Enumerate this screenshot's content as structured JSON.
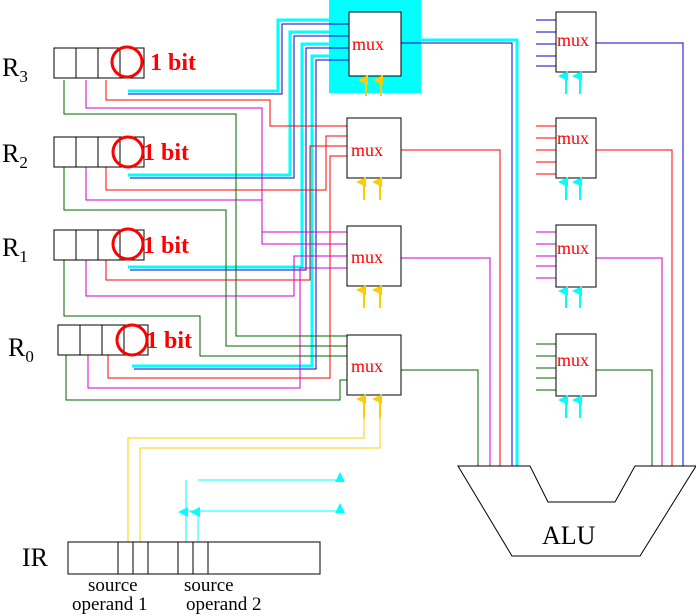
{
  "registers": [
    {
      "name": "R",
      "sub": "3",
      "bit_label": "1 bit"
    },
    {
      "name": "R",
      "sub": "2",
      "bit_label": "1 bit"
    },
    {
      "name": "R",
      "sub": "1",
      "bit_label": "1 bit"
    },
    {
      "name": "R",
      "sub": "0",
      "bit_label": "1 bit"
    }
  ],
  "mux_label": "mux",
  "alu_label": "ALU",
  "ir_label": "IR",
  "source_operand_1": [
    "source",
    "operand 1"
  ],
  "source_operand_2": [
    "source",
    "operand 2"
  ],
  "colors": {
    "r3": "#0000cc",
    "r2": "#ff0000",
    "r1": "#cc00cc",
    "r0": "#006600",
    "highlight": "#00ffff",
    "select_1": "#ffcc00",
    "select_2": "#00ffff",
    "mux_text": "#ff0000",
    "bit_circle": "#ff0000"
  }
}
